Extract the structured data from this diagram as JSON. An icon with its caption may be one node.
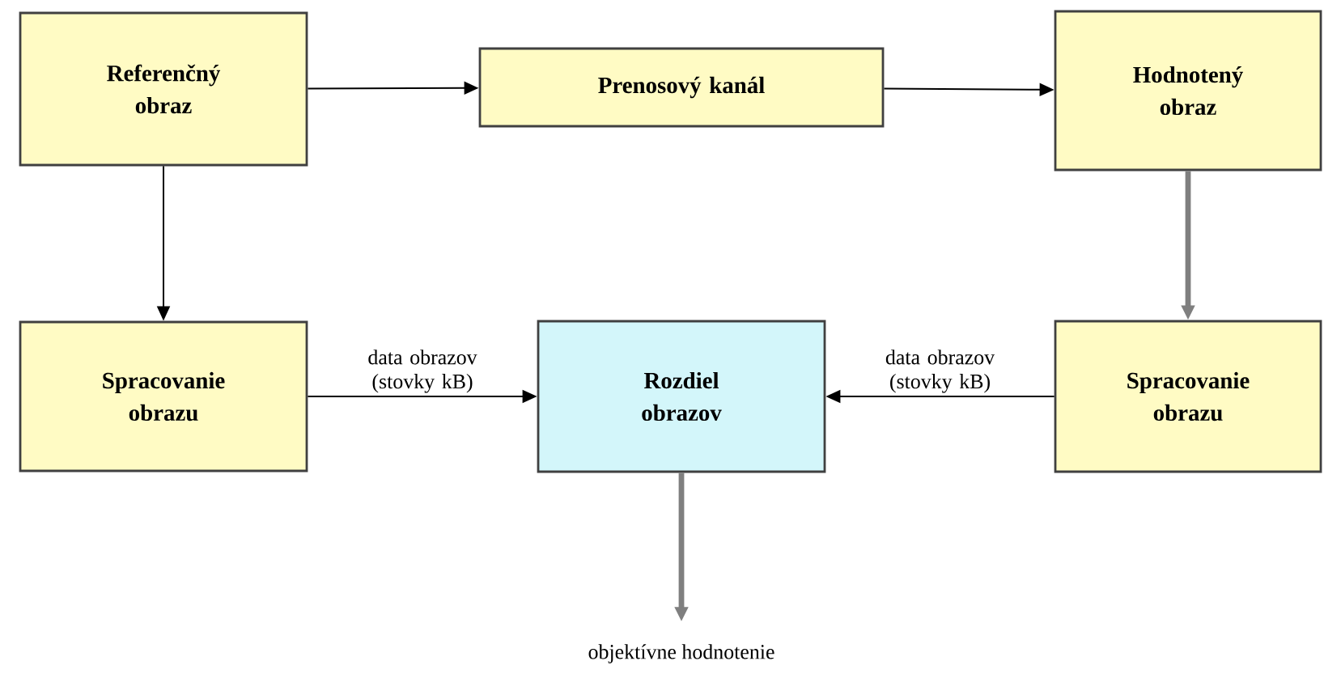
{
  "diagram": {
    "nodes": [
      {
        "text": [
          "Referenčný obraz"
        ]
      },
      {
        "text": [
          "Prenosový kanál"
        ]
      },
      {
        "text": [
          "Hodnotený obraz"
        ]
      },
      {
        "text": [
          "Spracovanie obrazu"
        ]
      },
      {
        "text": [
          "Rozdiel obrazov"
        ]
      },
      {
        "text": [
          "Spracovanie obrazu"
        ]
      },
      {
        "text": [
          "objektívne hodnotenie"
        ]
      }
    ],
    "edges": [
      {
        "from": 0,
        "to": 1,
        "arrow": "to"
      },
      {
        "from": 1,
        "to": 2,
        "arrow": "to"
      },
      {
        "from": 0,
        "to": 3,
        "arrow": "to"
      },
      {
        "from": 2,
        "to": 5,
        "arrow": "to",
        "style": "thick",
        "color": "#7f7f7f"
      },
      {
        "from": 3,
        "to": 4,
        "arrow": "to",
        "label": "data obrazov (stovky kB)"
      },
      {
        "from": 5,
        "to": 4,
        "arrow": "to",
        "label": "data obrazov (stovky kB)"
      },
      {
        "from": 4,
        "to": 6,
        "arrow": "to",
        "style": "thick",
        "color": "#7f7f7f"
      }
    ]
  }
}
